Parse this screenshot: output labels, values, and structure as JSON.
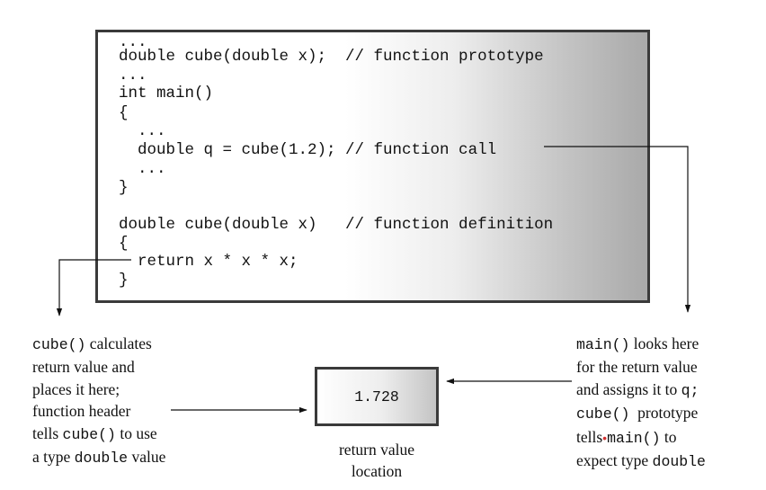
{
  "code": {
    "lines": [
      "...",
      "double cube(double x);  // function prototype",
      "...",
      "int main()",
      "{",
      "  ...",
      "  double q = cube(1.2); // function call",
      "  ...",
      "}",
      "",
      "double cube(double x)   // function definition",
      "{",
      "  return x * x * x;",
      "}"
    ]
  },
  "left_note": {
    "line1": {
      "code": "cube()",
      "text": " calculates"
    },
    "line2": "return value and",
    "line3": "places it here;",
    "line4": "function header",
    "line5": {
      "text1": "tells ",
      "code": "cube()",
      "text2": " to use"
    },
    "line6": {
      "text1": "a type ",
      "code": "double",
      "text2": " value"
    }
  },
  "right_note": {
    "line1": {
      "code": "main()",
      "text": " looks here"
    },
    "line2": "for the return value",
    "line3": {
      "text": "and assigns it to ",
      "code": "q;"
    },
    "line4": {
      "code": "cube()",
      "text": "  prototype"
    },
    "line5": {
      "text1": "tells",
      "dot": "•",
      "code": "main()",
      "text2": " to"
    },
    "line6": {
      "text1": "expect type ",
      "code": "double"
    }
  },
  "value_box": {
    "value": "1.728"
  },
  "caption": {
    "line1": "return value",
    "line2": "location"
  }
}
